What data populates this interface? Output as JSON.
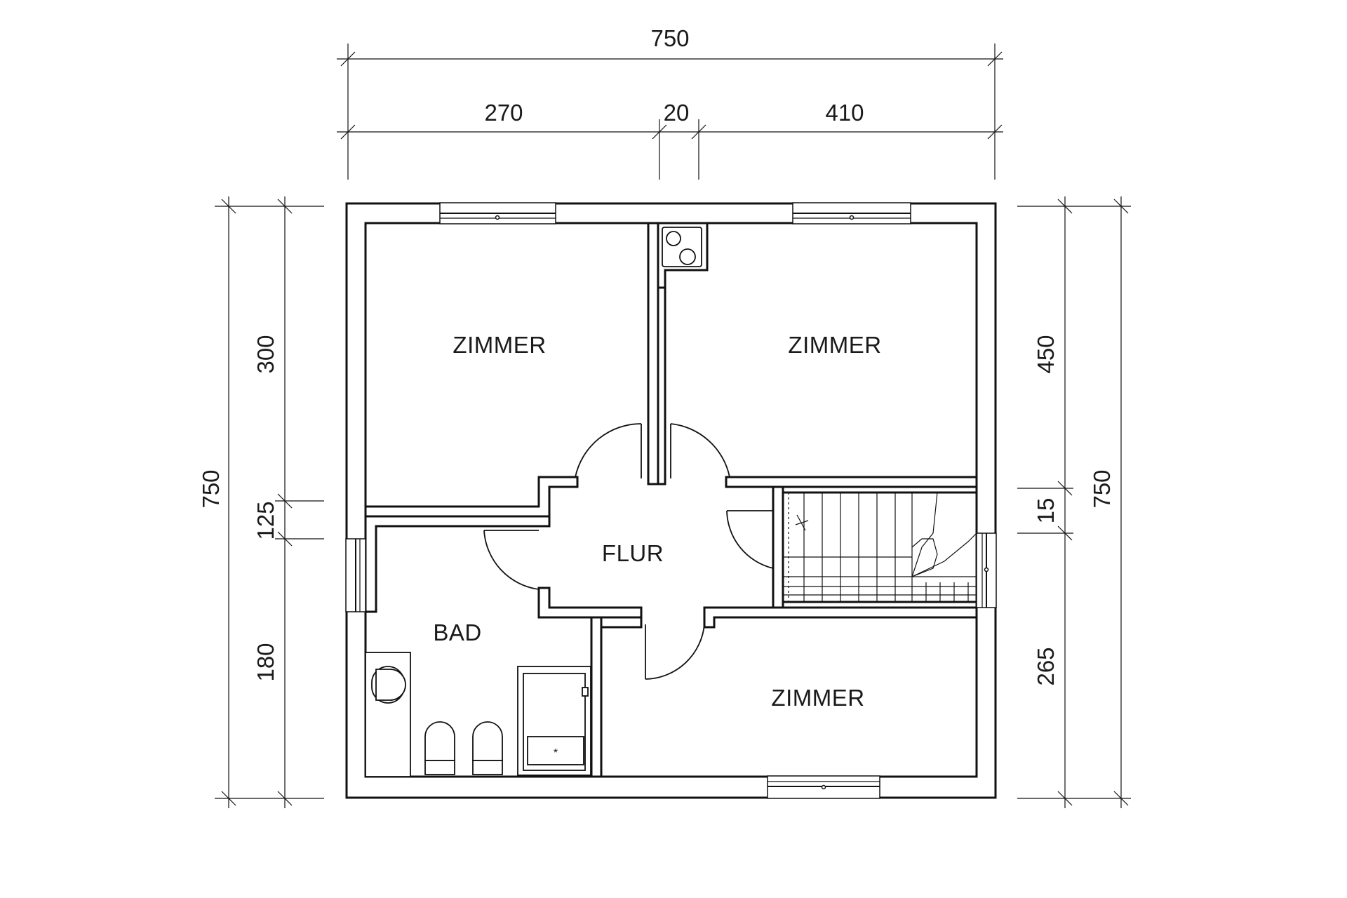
{
  "rooms": {
    "zimmer_top_left": "ZIMMER",
    "zimmer_top_right": "ZIMMER",
    "flur": "FLUR",
    "bad": "BAD",
    "zimmer_bottom": "ZIMMER"
  },
  "dimensions": {
    "top_total": "750",
    "top_left": "270",
    "top_middle": "20",
    "top_right": "410",
    "left_total": "750",
    "left_top": "300",
    "left_middle": "125",
    "left_bottom": "180",
    "right_total": "750",
    "right_top": "450",
    "right_middle": "15",
    "right_bottom": "265"
  }
}
